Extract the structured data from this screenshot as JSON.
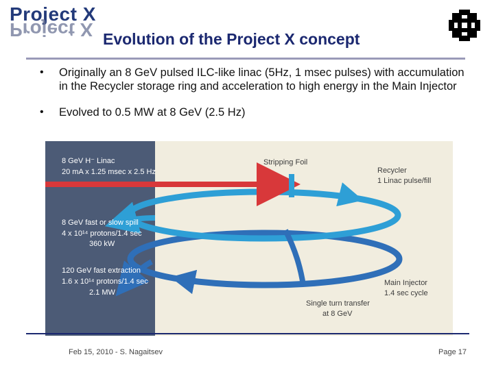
{
  "header": {
    "logo_text": "Project X",
    "title": "Evolution of the Project X concept"
  },
  "bullets": [
    "Originally an 8 GeV pulsed ILC-like linac (5Hz, 1 msec pulses) with accumulation in the Recycler storage ring and acceleration to high energy in the Main Injector",
    "Evolved to 0.5 MW at 8 GeV (2.5 Hz)"
  ],
  "diagram": {
    "linac_label_1": "8 GeV H⁻ Linac",
    "linac_label_2": "20 mA x 1.25 msec x 2.5 Hz",
    "stripping_foil": "Stripping Foil",
    "recycler_1": "Recycler",
    "recycler_2": "1 Linac pulse/fill",
    "spill_1": "8 GeV fast or slow spill",
    "spill_2": "4 x 10¹⁴ protons/1.4 sec",
    "spill_3": "360 kW",
    "extraction_1": "120 GeV fast extraction",
    "extraction_2": "1.6 x 10¹⁴ protons/1.4 sec",
    "extraction_3": "2.1 MW",
    "main_injector_1": "Main Injector",
    "main_injector_2": "1.4 sec cycle",
    "transfer_1": "Single turn transfer",
    "transfer_2": "at 8 GeV"
  },
  "footer": {
    "left": "Feb 15, 2010 - S. Nagaitsev",
    "right": "Page 17"
  },
  "colors": {
    "title": "#1b2870",
    "recycler": "#2e9fd6",
    "main_injector": "#2f6fb8",
    "linac": "#d8383a",
    "figure_bg": "#f1eddf"
  }
}
